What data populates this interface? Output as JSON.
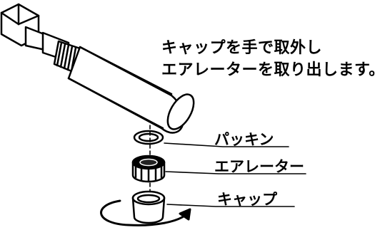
{
  "instruction": {
    "line1": "キャップを手で取外し",
    "line2": "エアレーターを取り出します。"
  },
  "parts": {
    "packing": "パッキン",
    "aerator": "エアレーター",
    "cap": "キャップ"
  }
}
